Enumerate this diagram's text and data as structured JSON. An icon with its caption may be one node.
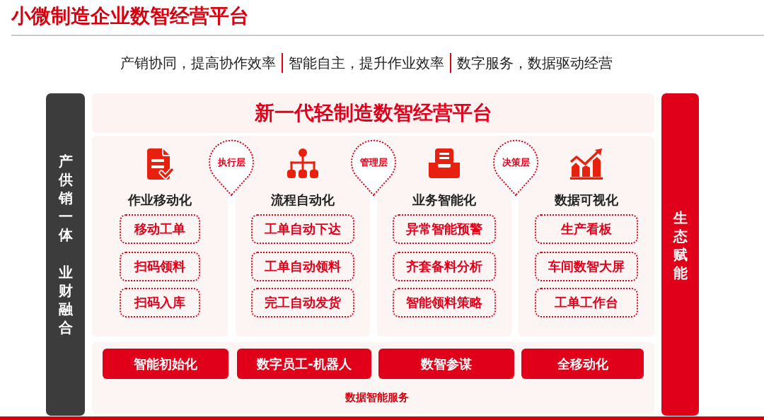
{
  "diagram": {
    "title": "小微制造企业数智经营平台",
    "nodes": [
      {
        "text": [
          "产供销一体",
          "业财融合"
        ]
      },
      {
        "text": [
          "新一代轻制造数智经营平台"
        ]
      },
      {
        "text": [
          "作业移动化"
        ]
      },
      {
        "text": [
          "移动工单"
        ],
        "in": 2
      },
      {
        "text": [
          "扫码领料"
        ],
        "in": 2
      },
      {
        "text": [
          "扫码入库"
        ],
        "in": 2
      },
      {
        "text": [
          "执行层"
        ]
      },
      {
        "text": [
          "流程自动化"
        ]
      },
      {
        "text": [
          "工单自动下达"
        ],
        "in": 7
      },
      {
        "text": [
          "工单自动领料"
        ],
        "in": 7
      },
      {
        "text": [
          "完工自动发货"
        ],
        "in": 7
      },
      {
        "text": [
          "管理层"
        ]
      },
      {
        "text": [
          "业务智能化"
        ]
      },
      {
        "text": [
          "异常智能预警"
        ],
        "in": 12
      },
      {
        "text": [
          "齐套备料分析"
        ],
        "in": 12
      },
      {
        "text": [
          "智能领料策略"
        ],
        "in": 12
      },
      {
        "text": [
          "决策层"
        ]
      },
      {
        "text": [
          "数据可视化"
        ]
      },
      {
        "text": [
          "生产看板"
        ],
        "in": 17
      },
      {
        "text": [
          "车间数智大屏"
        ],
        "in": 17
      },
      {
        "text": [
          "工单工作台"
        ],
        "in": 17
      },
      {
        "text": [
          "数据智能服务"
        ]
      },
      {
        "text": [
          "智能初始化"
        ],
        "in": 21
      },
      {
        "text": [
          "数字员工-机器人"
        ],
        "in": 21
      },
      {
        "text": [
          "数智参谋"
        ],
        "in": 21
      },
      {
        "text": [
          "全移动化"
        ],
        "in": 21
      },
      {
        "text": [
          "生态赋能"
        ]
      }
    ],
    "labels": [
      "产销协同，提高协作效率",
      "智能自主，提升作业效率",
      "数字服务，数据驱动经营"
    ]
  }
}
